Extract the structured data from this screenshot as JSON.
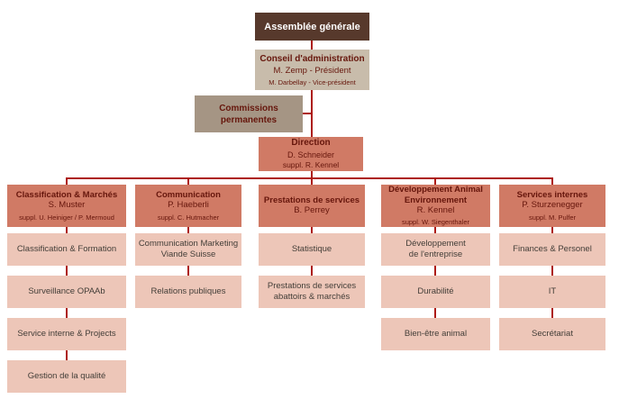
{
  "colors": {
    "top_box": "#57392c",
    "council_box": "#c8bcab",
    "commissions_box": "#a59584",
    "department_box": "#d07a65",
    "unit_box": "#edc6b8",
    "connector": "#ad1a14",
    "maroon_text": "#66160c",
    "top_text": "#ffffff"
  },
  "org": {
    "assemblee": {
      "title": "Assemblée générale"
    },
    "conseil": {
      "title": "Conseil d'administration",
      "president": "M. Zemp - Président",
      "vice_president": "M. Darbellay - Vice-président"
    },
    "commissions": {
      "title": "Commissions\npermanentes"
    },
    "direction": {
      "title": "Direction",
      "head": "D. Schneider",
      "deputy": "suppl. R. Kennel"
    },
    "departments": [
      {
        "title": "Classification & Marchés",
        "head": "S. Muster",
        "deputy": "suppl. U. Heiniger / P. Mermoud",
        "units": [
          "Classification & Formation",
          "Surveillance OPAAb",
          "Service interne & Projects",
          "Gestion de la qualité"
        ]
      },
      {
        "title": "Communication",
        "head": "P. Haeberli",
        "deputy": "suppl. C. Hutmacher",
        "units": [
          "Communication Marketing\nViande Suisse",
          "Relations publiques"
        ]
      },
      {
        "title": "Prestations de services",
        "head": "B. Perrey",
        "deputy": "",
        "units": [
          "Statistique",
          "Prestations de services\nabattoirs & marchés"
        ]
      },
      {
        "title": "Développement Animal\nEnvironnement",
        "head": "R. Kennel",
        "deputy": "suppl. W. Siegenthaler",
        "units": [
          "Développement\nde l'entreprise",
          "Durabilité",
          "Bien-être animal"
        ]
      },
      {
        "title": "Services internes",
        "head": "P. Sturzenegger",
        "deputy": "suppl. M. Pulfer",
        "units": [
          "Finances & Personel",
          "IT",
          "Secrétariat"
        ]
      }
    ]
  }
}
